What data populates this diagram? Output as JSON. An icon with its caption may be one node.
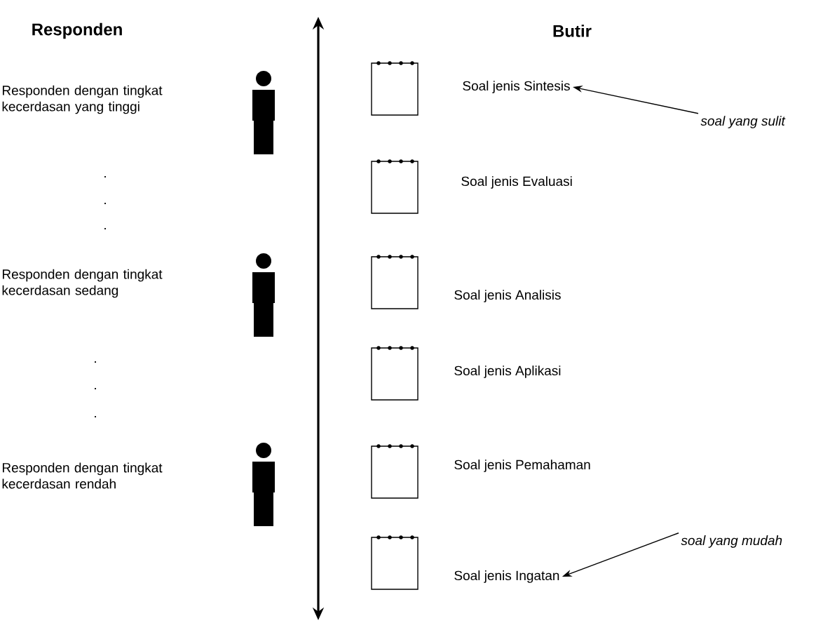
{
  "diagram": {
    "nodes": [
      {
        "text": [
          "Soal jenis Sintesis"
        ]
      },
      {
        "text": [
          "soal yang sulit"
        ]
      },
      {
        "text": [
          "Soal jenis Evaluasi"
        ]
      },
      {
        "text": [
          "Soal jenis Analisis"
        ]
      },
      {
        "text": [
          "Soal jenis Aplikasi"
        ]
      },
      {
        "text": [
          "Soal jenis Pemahaman"
        ]
      },
      {
        "text": [
          "soal yang mudah"
        ]
      },
      {
        "text": [
          "Soal jenis Ingatan"
        ]
      }
    ],
    "edges": [
      {
        "from": 1,
        "to": 0,
        "arrow": "to"
      },
      {
        "from": 6,
        "to": 7,
        "arrow": "to"
      }
    ],
    "labels": [
      "Responden",
      "Butir",
      "Responden dengan tingkat kecerdasan yang tinggi",
      ".",
      ".",
      ".",
      "Responden dengan tingkat kecerdasan sedang",
      ".",
      ".",
      ".",
      "Responden dengan tingkat kecerdasan rendah"
    ]
  }
}
